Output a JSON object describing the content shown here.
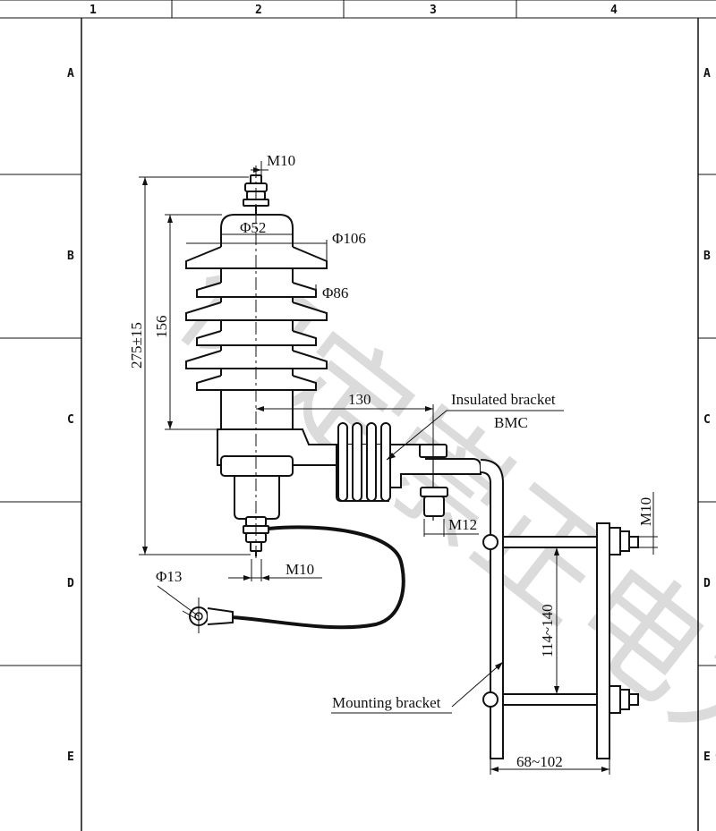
{
  "frame": {
    "columns": [
      "1",
      "2",
      "3",
      "4"
    ],
    "rows": [
      "A",
      "B",
      "C",
      "D",
      "E"
    ]
  },
  "dimensions": {
    "top_thread": "M10",
    "head_diameter": "Φ52",
    "shed_large_diameter": "Φ106",
    "shed_small_diameter": "Φ86",
    "total_height": "275±15",
    "shed_height": "156",
    "bracket_offset": "130",
    "bolt_thread": "M12",
    "bottom_thread": "M10",
    "eye_diameter": "Φ13",
    "clamp_thread": "M10",
    "bolt_spacing": "114~140",
    "clamp_width": "68~102"
  },
  "callouts": {
    "insulated_bracket": "Insulated bracket",
    "insulated_bracket_material": "BMC",
    "mounting_bracket": "Mounting bracket"
  },
  "watermark": "保定崇正电力"
}
